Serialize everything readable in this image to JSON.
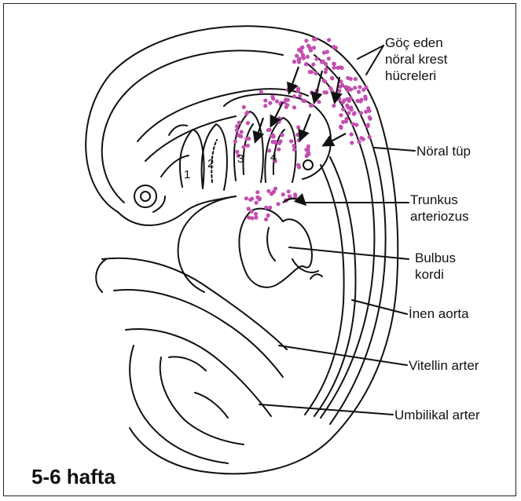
{
  "caption": "5-6 hafta",
  "accent_color": "#c44fb0",
  "labels": {
    "neural_crest": [
      "Göç eden",
      "nöral krest",
      "hücreleri"
    ],
    "neural_tube": "Nöral tüp",
    "truncus": [
      "Trunkus",
      "arteriozus"
    ],
    "bulbus": [
      "Bulbus",
      "kordi"
    ],
    "descending_aorta": "İnen aorta",
    "vitelline": "Vitellin arter",
    "umbilical": "Umbilikal arter"
  },
  "arch_numbers": [
    "1",
    "2",
    "3",
    "4"
  ]
}
